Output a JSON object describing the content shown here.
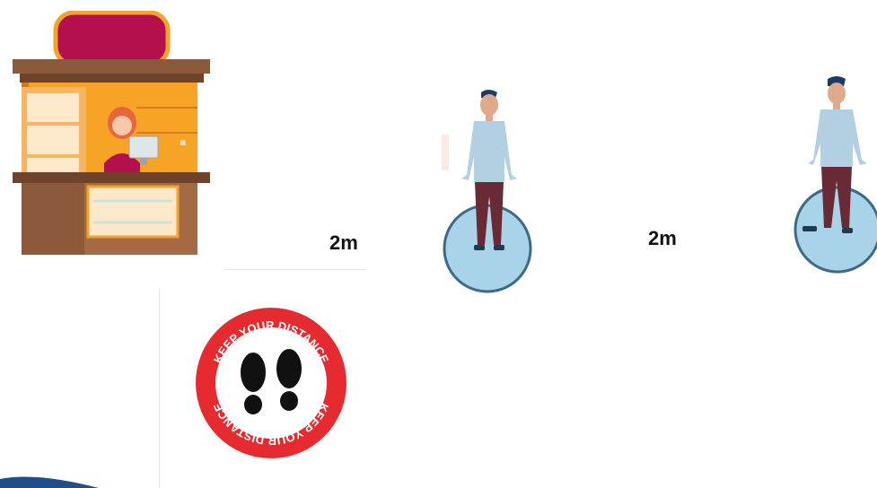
{
  "scene": {
    "distance_labels": [
      "2m",
      "2m"
    ],
    "sign": {
      "top_text": "KEEP YOUR DISTANCE",
      "bottom_text": "KEEP YOUR DISTANCE",
      "ring_color": "#e52b2f",
      "icon": "footprints-icon"
    },
    "colors": {
      "floor_circle_fill": "#a8d3e8",
      "floor_circle_stroke": "#3c6a88",
      "kiosk_orange": "#f7a326",
      "kiosk_brown": "#8c5a3a",
      "sign_crimson": "#b5104e",
      "shirt": "#b3d0e3",
      "trousers": "#6a2a35",
      "hair": "#1d3c63"
    }
  }
}
